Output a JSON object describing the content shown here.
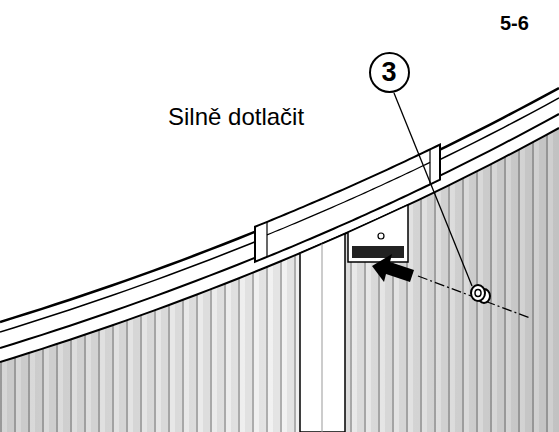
{
  "diagram": {
    "nodes": [
      {
        "text": [
          "3"
        ]
      }
    ],
    "labels": [
      "5-6",
      "Silně dotlačit"
    ]
  }
}
